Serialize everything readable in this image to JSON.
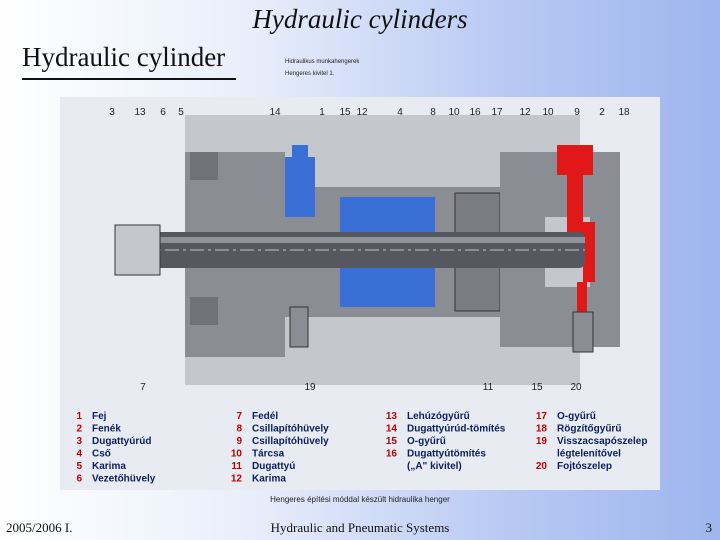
{
  "slide": {
    "title": "Hydraulic cylinders",
    "subtitle": "Hydraulic cylinder",
    "note_line1": "Hidraulikus munkahengerek",
    "note_line2": "Hengeres kivitel 1.",
    "caption": "Hengeres építési móddal készült hidraulika henger",
    "footer_left": "2005/2006 I.",
    "footer_center": "Hydraulic and Pneumatic Systems",
    "footer_right": "3"
  },
  "figure": {
    "top_callouts": [
      "3",
      "13",
      "6",
      "5",
      "14",
      "1",
      "15",
      "12",
      "4",
      "8",
      "10",
      "16",
      "17",
      "12",
      "10",
      "9",
      "2",
      "18"
    ],
    "bottom_callouts": [
      "7",
      "19",
      "11",
      "15",
      "20"
    ],
    "legend": [
      {
        "n": "1",
        "t": "Fej"
      },
      {
        "n": "2",
        "t": "Fenék"
      },
      {
        "n": "3",
        "t": "Dugattyúrúd"
      },
      {
        "n": "4",
        "t": "Cső"
      },
      {
        "n": "5",
        "t": "Karima"
      },
      {
        "n": "6",
        "t": "Vezetőhüvely"
      },
      {
        "n": "7",
        "t": "Fedél"
      },
      {
        "n": "8",
        "t": "Csillapítóhüvely"
      },
      {
        "n": "9",
        "t": "Csillapítóhüvely"
      },
      {
        "n": "10",
        "t": "Tárcsa"
      },
      {
        "n": "11",
        "t": "Dugattyú"
      },
      {
        "n": "12",
        "t": "Karima"
      },
      {
        "n": "13",
        "t": "Lehúzógyűrű"
      },
      {
        "n": "14",
        "t": "Dugattyúrúd-tömítés"
      },
      {
        "n": "15",
        "t": "O-gyűrű"
      },
      {
        "n": "16",
        "t": "Dugattyútömítés"
      },
      {
        "n": "",
        "t": "(„A\" kivitel)"
      },
      {
        "n": "17",
        "t": "O-gyűrű"
      },
      {
        "n": "18",
        "t": "Rögzítőgyűrű"
      },
      {
        "n": "19",
        "t": "Visszacsapószelep"
      },
      {
        "n": "",
        "t": "légtelenítővel"
      },
      {
        "n": "20",
        "t": "Fojtószelep"
      }
    ],
    "colors": {
      "body": "#8a8d93",
      "light_metal": "#c4c7cc",
      "oil_blue": "#3a6fd6",
      "oil_red": "#e01818",
      "rod": "#55585e",
      "background": "#e8ebf2",
      "legend_number": "#c00000",
      "legend_text": "#0a1f5c"
    }
  }
}
